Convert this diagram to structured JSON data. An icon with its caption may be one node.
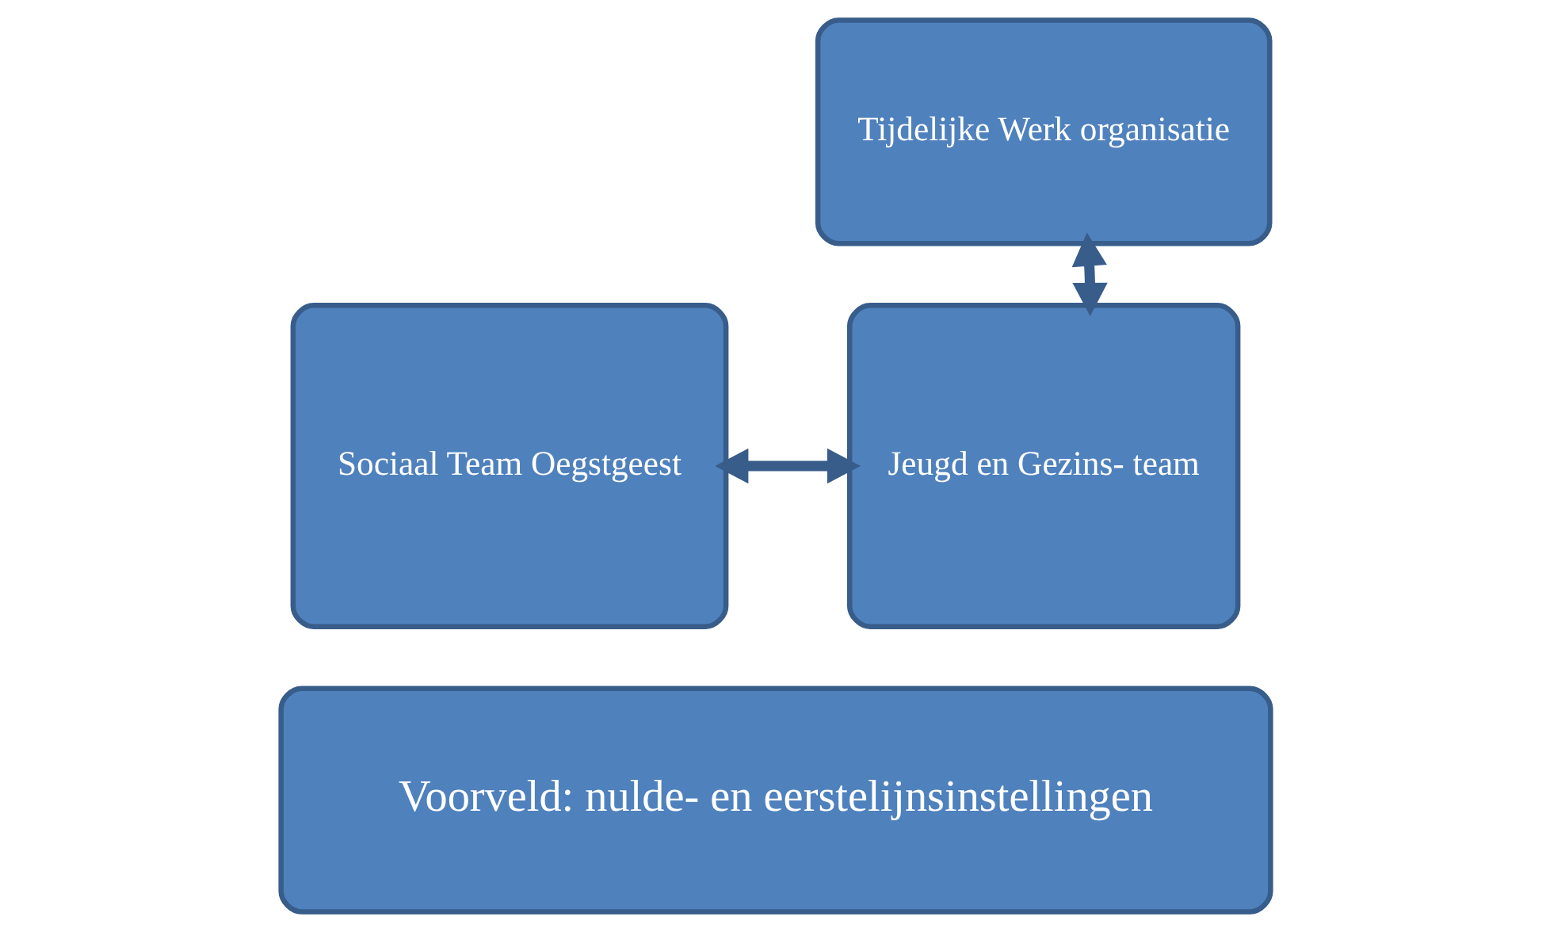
{
  "diagram": {
    "nodes": [
      {
        "text": [
          "Sociaal Team Oegstgeest"
        ]
      },
      {
        "text": [
          "Jeugd en Gezins- team"
        ]
      },
      {
        "text": [
          "Tijdelijke Werk organisatie"
        ]
      },
      {
        "text": [
          "Voorveld: nulde- en eerstelijnsinstellingen"
        ]
      }
    ],
    "edges": [
      {
        "from": 0,
        "to": 1,
        "arrow": "both"
      },
      {
        "from": 1,
        "to": 2,
        "arrow": "both"
      }
    ]
  }
}
